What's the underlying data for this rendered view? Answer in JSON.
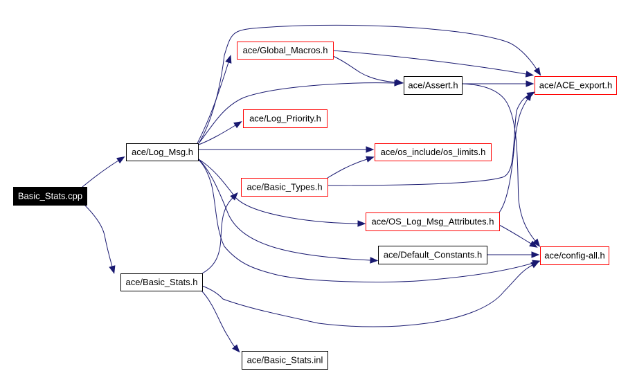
{
  "colors": {
    "edge": "#191970",
    "root_fill": "#000000",
    "root_text": "#ffffff",
    "documented_border": "#000000",
    "undocumented_border": "#ff0000",
    "node_fill": "#ffffff",
    "node_text": "#000000"
  },
  "nodes": [
    {
      "id": "basic_stats_cpp",
      "label": "Basic_Stats.cpp",
      "style": "root"
    },
    {
      "id": "log_msg_h",
      "label": "ace/Log_Msg.h",
      "style": "documented"
    },
    {
      "id": "basic_stats_h",
      "label": "ace/Basic_Stats.h",
      "style": "documented"
    },
    {
      "id": "global_macros_h",
      "label": "ace/Global_Macros.h",
      "style": "undocumented"
    },
    {
      "id": "log_priority_h",
      "label": "ace/Log_Priority.h",
      "style": "undocumented"
    },
    {
      "id": "basic_types_h",
      "label": "ace/Basic_Types.h",
      "style": "undocumented"
    },
    {
      "id": "assert_h",
      "label": "ace/Assert.h",
      "style": "documented"
    },
    {
      "id": "os_limits_h",
      "label": "ace/os_include/os_limits.h",
      "style": "undocumented"
    },
    {
      "id": "os_log_msg_attr_h",
      "label": "ace/OS_Log_Msg_Attributes.h",
      "style": "undocumented"
    },
    {
      "id": "default_constants_h",
      "label": "ace/Default_Constants.h",
      "style": "documented"
    },
    {
      "id": "basic_stats_inl",
      "label": "ace/Basic_Stats.inl",
      "style": "documented"
    },
    {
      "id": "ace_export_h",
      "label": "ace/ACE_export.h",
      "style": "undocumented"
    },
    {
      "id": "config_all_h",
      "label": "ace/config-all.h",
      "style": "undocumented"
    }
  ],
  "edges": [
    [
      "basic_stats_cpp",
      "log_msg_h"
    ],
    [
      "basic_stats_cpp",
      "basic_stats_h"
    ],
    [
      "log_msg_h",
      "global_macros_h"
    ],
    [
      "log_msg_h",
      "ace_export_h"
    ],
    [
      "log_msg_h",
      "assert_h"
    ],
    [
      "log_msg_h",
      "log_priority_h"
    ],
    [
      "log_msg_h",
      "os_limits_h"
    ],
    [
      "log_msg_h",
      "os_log_msg_attr_h"
    ],
    [
      "log_msg_h",
      "default_constants_h"
    ],
    [
      "log_msg_h",
      "config_all_h"
    ],
    [
      "global_macros_h",
      "ace_export_h"
    ],
    [
      "global_macros_h",
      "assert_h"
    ],
    [
      "assert_h",
      "ace_export_h"
    ],
    [
      "assert_h",
      "config_all_h"
    ],
    [
      "basic_types_h",
      "os_limits_h"
    ],
    [
      "basic_types_h",
      "ace_export_h"
    ],
    [
      "os_log_msg_attr_h",
      "ace_export_h"
    ],
    [
      "os_log_msg_attr_h",
      "config_all_h"
    ],
    [
      "default_constants_h",
      "config_all_h"
    ],
    [
      "basic_stats_h",
      "basic_types_h"
    ],
    [
      "basic_stats_h",
      "basic_stats_inl"
    ],
    [
      "basic_stats_h",
      "config_all_h"
    ]
  ]
}
